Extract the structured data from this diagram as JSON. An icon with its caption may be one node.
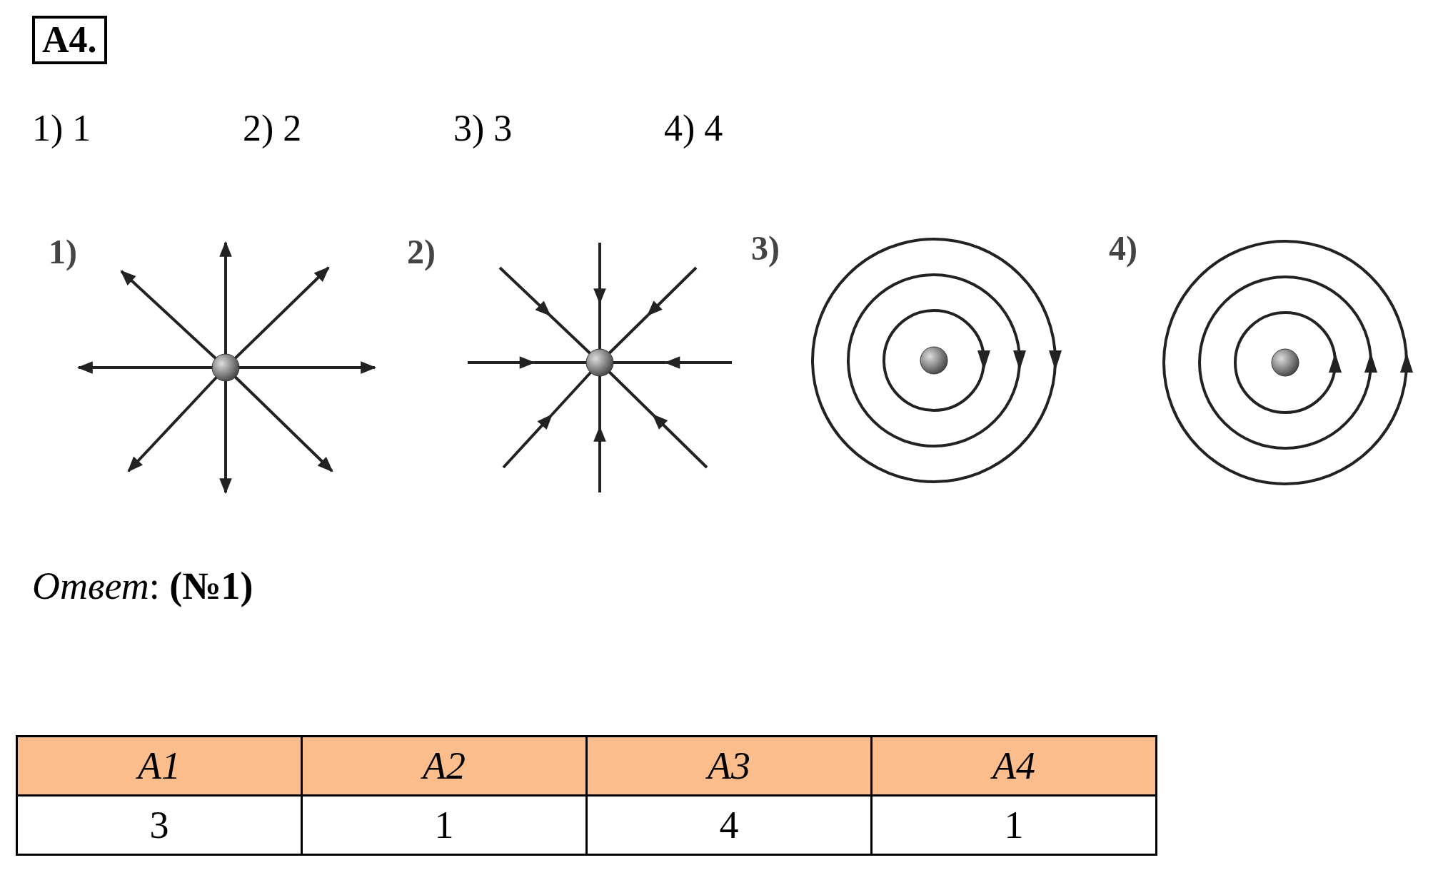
{
  "diagram": {
    "title": "A4.",
    "labels": [
      "1) 1",
      "2) 2",
      "3) 3",
      "4) 4",
      "1)",
      "2)",
      "3)",
      "4)",
      "*Ответ*: **(№1)**",
      "A1",
      "A2",
      "A3",
      "A4",
      "3",
      "1",
      "4",
      "1"
    ]
  }
}
